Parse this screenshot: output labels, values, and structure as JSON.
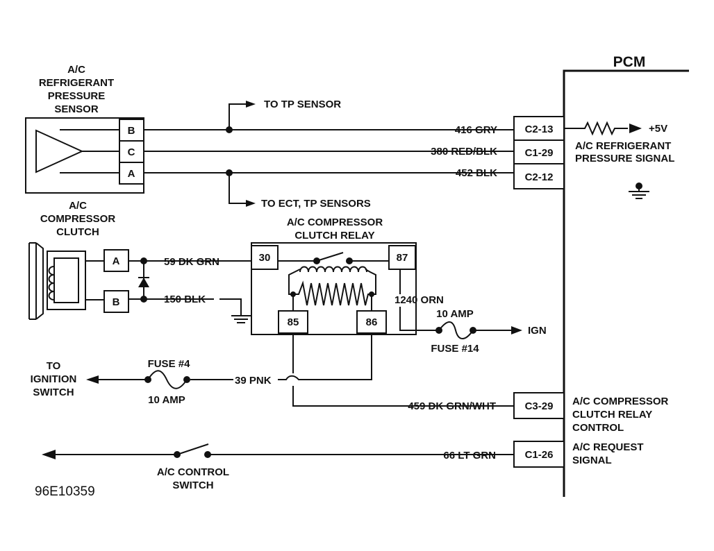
{
  "pcm": {
    "title": "PCM"
  },
  "pressure_sensor": {
    "title_lines": [
      "A/C",
      "REFRIGERANT",
      "PRESSURE",
      "SENSOR"
    ],
    "pins": [
      "B",
      "C",
      "A"
    ]
  },
  "branch_labels": {
    "tp_sensor": "TO TP SENSOR",
    "ect_tp_sensors": "TO ECT, TP SENSORS"
  },
  "wires": {
    "w416": "416 GRY",
    "w380": "380 RED/BLK",
    "w452": "452 BLK",
    "w59": "59 DK GRN",
    "w150": "150 BLK",
    "w1240": "1240 ORN",
    "w39": "39 PNK",
    "w459": "459 DK GRN/WHT",
    "w66": "66 LT GRN"
  },
  "connectors": {
    "c2_13": "C2-13",
    "c1_29": "C1-29",
    "c2_12": "C2-12",
    "c3_29": "C3-29",
    "c1_26": "C1-26"
  },
  "pcm_signals": {
    "five_volt": "+5V",
    "refrigerant_signal": [
      "A/C REFRIGERANT",
      "PRESSURE SIGNAL"
    ],
    "relay_control": [
      "A/C COMPRESSOR",
      "CLUTCH RELAY",
      "CONTROL"
    ],
    "request_signal": [
      "A/C REQUEST",
      "SIGNAL"
    ]
  },
  "clutch": {
    "title_lines": [
      "A/C",
      "COMPRESSOR",
      "CLUTCH"
    ],
    "pins": [
      "A",
      "B"
    ]
  },
  "relay": {
    "title_lines": [
      "A/C COMPRESSOR",
      "CLUTCH RELAY"
    ],
    "pins": [
      "30",
      "87",
      "85",
      "86"
    ]
  },
  "fuse14": {
    "rating": "10 AMP",
    "name": "FUSE #14",
    "destination": "IGN"
  },
  "fuse4": {
    "name": "FUSE #4",
    "rating": "10 AMP"
  },
  "ignition_switch": {
    "lines": [
      "TO",
      "IGNITION",
      "SWITCH"
    ]
  },
  "control_switch": {
    "lines": [
      "A/C CONTROL",
      "SWITCH"
    ]
  },
  "figure_id": "96E10359"
}
